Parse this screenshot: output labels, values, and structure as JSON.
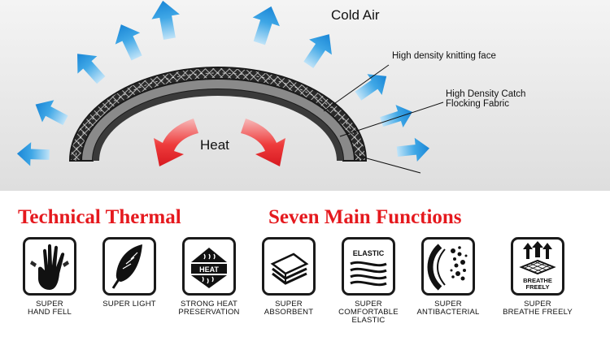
{
  "diagram": {
    "cold_air_label": "Cold Air",
    "heat_label": "Heat",
    "callout_knitting": "High density knitting face",
    "callout_catch_line1": "High Density Catch",
    "callout_catch_line2": "Flocking Fabric",
    "colors": {
      "cold_arrow": "#2b9be0",
      "heat_arrow": "#e41a1c",
      "fabric_dark": "#2a2a2a",
      "fabric_gray": "#8c8c8c"
    }
  },
  "banner": {
    "left_title": "Technical Thermal",
    "right_title": "Seven Main Functions",
    "color": "#e5191e"
  },
  "features": [
    {
      "icon": "hand-icon",
      "caption_lines": [
        "SUPER",
        "HAND FELL"
      ],
      "icon_text": ""
    },
    {
      "icon": "feather-icon",
      "caption_lines": [
        "SUPER LIGHT"
      ],
      "icon_text": ""
    },
    {
      "icon": "heat-icon",
      "caption_lines": [
        "STRONG HEAT",
        "PRESERVATION"
      ],
      "icon_text": "HEAT"
    },
    {
      "icon": "absorbent-layers-icon",
      "caption_lines": [
        "SUPER",
        "ABSORBENT"
      ],
      "icon_text": ""
    },
    {
      "icon": "elastic-icon",
      "caption_lines": [
        "SUPER",
        "COMFORTABLE",
        "ELASTIC"
      ],
      "icon_text": "ELASTIC"
    },
    {
      "icon": "antibacterial-icon",
      "caption_lines": [
        "SUPER",
        "ANTIBACTERIAL"
      ],
      "icon_text": ""
    },
    {
      "icon": "breathe-icon",
      "caption_lines": [
        "SUPER",
        "BREATHE FREELY"
      ],
      "icon_text": "BREATHE FREELY"
    }
  ]
}
